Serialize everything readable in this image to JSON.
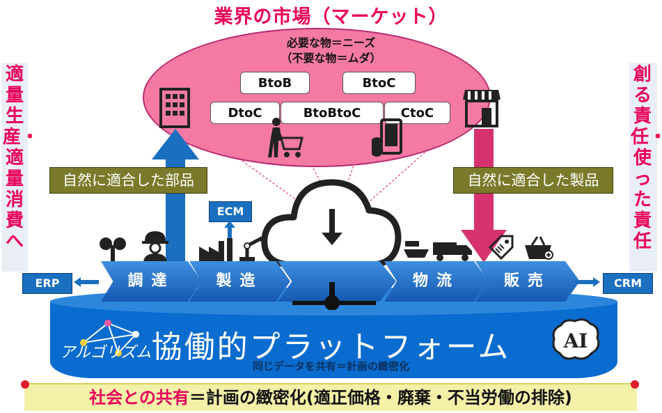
{
  "title": "業界の市場（マーケット）",
  "ellipse": {
    "needs": "必要な物＝ニーズ",
    "waste": "（不要な物＝ムダ）"
  },
  "business_models": {
    "btob": "BtoB",
    "btoc": "BtoC",
    "dtoc": "DtoC",
    "btobtoc": "BtoBtoC",
    "ctoc": "CtoC"
  },
  "side": {
    "left": "適量生産・適量消費へ",
    "right": "創る責任・使った責任"
  },
  "labels": {
    "parts": "自然に適合した部品",
    "products": "自然に適合した製品",
    "ecm": "ECM"
  },
  "process": {
    "procurement": "調達",
    "manufacturing": "製造",
    "logistics": "物流",
    "sales": "販売",
    "erp": "ERP",
    "crm": "CRM"
  },
  "platform": {
    "title": "協働的プラットフォーム",
    "algorithm": "アルゴリズム",
    "ai": "AI",
    "caption": "同じデータを共有＝計画の緻密化"
  },
  "banner": {
    "emphasis": "社会との共有",
    "rest": "＝計画の緻密化(適正価格・廃棄・不当労働の排除)"
  },
  "colors": {
    "accent_pink": "#e8005a",
    "ellipse_fill": "#f47aa4",
    "platform_blue": "#0a6ccf",
    "chevron_blue": "#1559b0",
    "label_olive": "#7a7a2a",
    "banner_yellow": "#f4f0a8"
  }
}
